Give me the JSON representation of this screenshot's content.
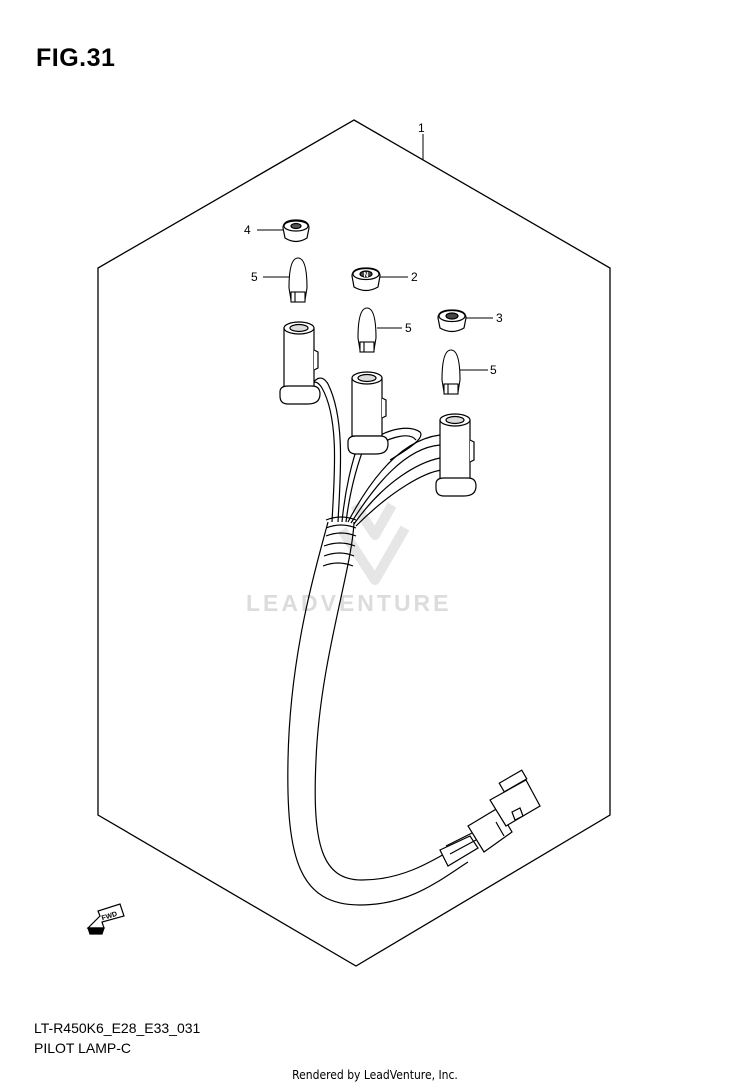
{
  "figure": {
    "title": "FIG.31",
    "model_code": "LT-R450K6_E28_E33_031",
    "part_name": "PILOT LAMP-C",
    "credit": "Rendered by LeadVenture, Inc.",
    "watermark": "LEADVENTURE",
    "fwd_label": "FWD"
  },
  "callouts": [
    {
      "id": "c1",
      "label": "1"
    },
    {
      "id": "c4",
      "label": "4"
    },
    {
      "id": "c2",
      "label": "2"
    },
    {
      "id": "c5a",
      "label": "5"
    },
    {
      "id": "c5b",
      "label": "5"
    },
    {
      "id": "c3",
      "label": "3"
    },
    {
      "id": "c5c",
      "label": "5"
    }
  ],
  "indicator_letters": {
    "neutral": "N"
  }
}
